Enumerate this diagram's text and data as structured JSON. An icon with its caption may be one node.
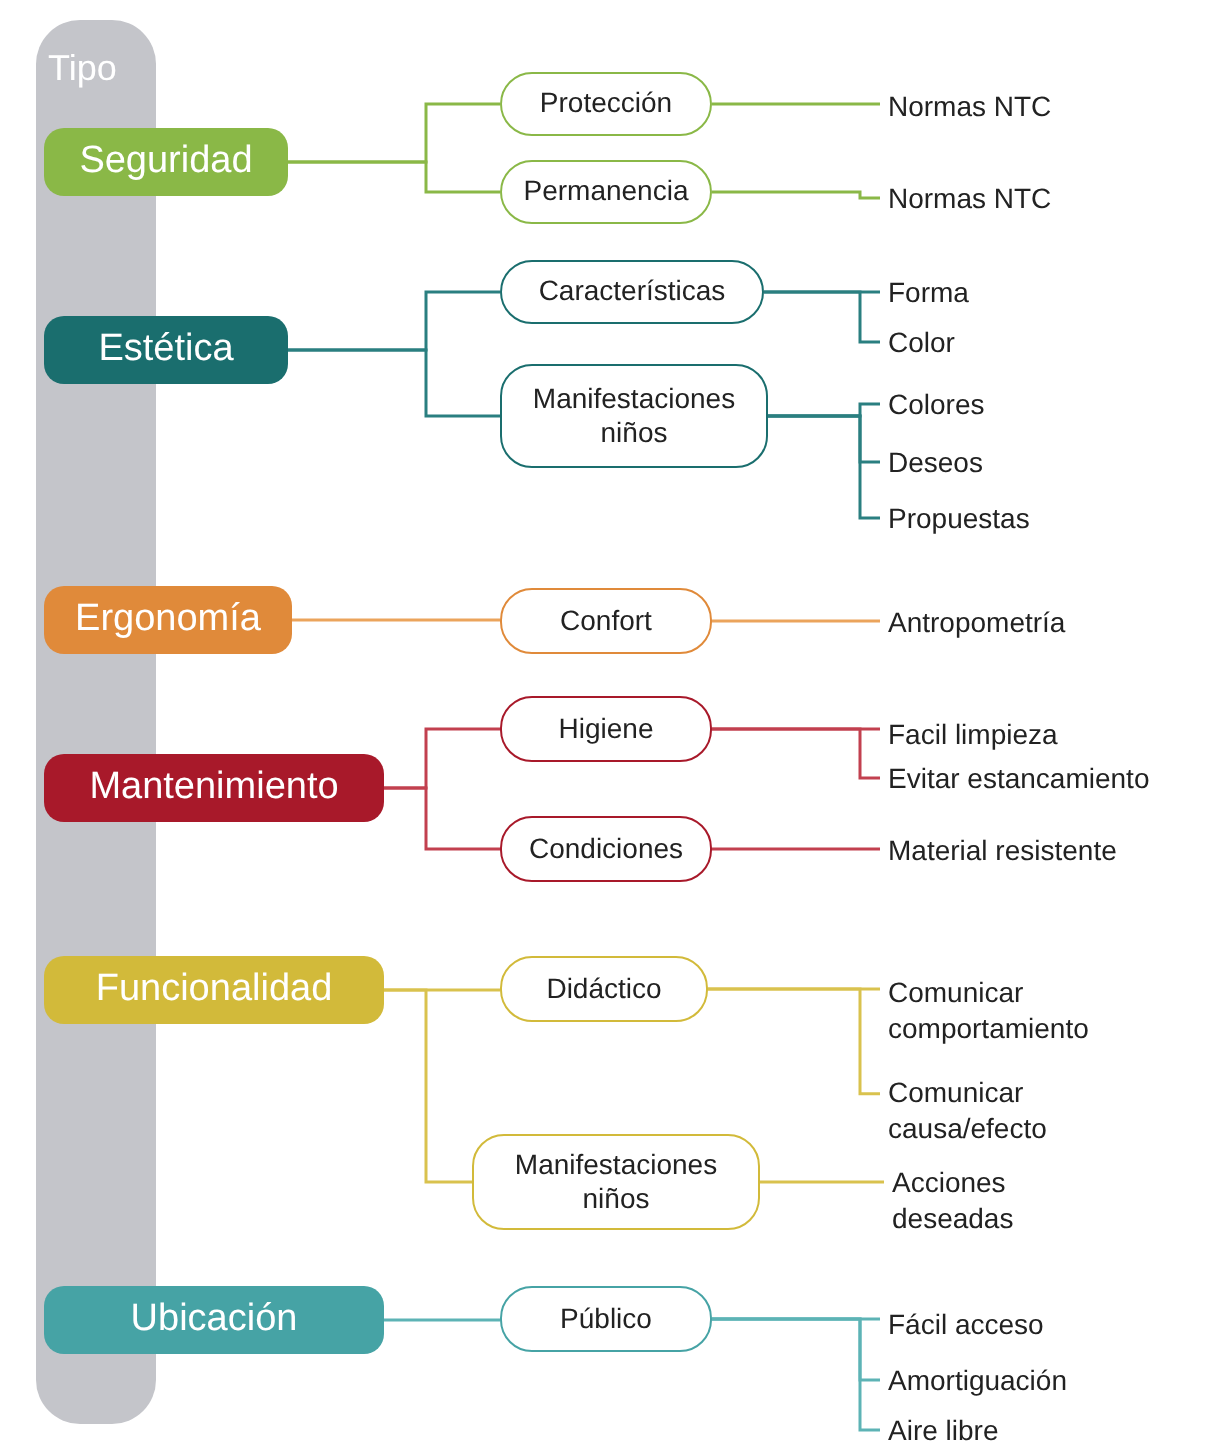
{
  "diagram": {
    "nodes": [
      {
        "text": [
          "Tipo"
        ]
      },
      {
        "text": [
          "Seguridad"
        ]
      },
      {
        "text": [
          "Protección"
        ]
      },
      {
        "text": [
          "Normas NTC"
        ]
      },
      {
        "text": [
          "Permanencia"
        ]
      },
      {
        "text": [
          "Normas NTC"
        ]
      },
      {
        "text": [
          "Estética"
        ]
      },
      {
        "text": [
          "Características"
        ]
      },
      {
        "text": [
          "Forma"
        ]
      },
      {
        "text": [
          "Color"
        ]
      },
      {
        "text": [
          "Manifestaciones niños"
        ]
      },
      {
        "text": [
          "Colores"
        ]
      },
      {
        "text": [
          "Deseos"
        ]
      },
      {
        "text": [
          "Propuestas"
        ]
      },
      {
        "text": [
          "Ergonomía"
        ]
      },
      {
        "text": [
          "Confort"
        ]
      },
      {
        "text": [
          "Antropometría"
        ]
      },
      {
        "text": [
          "Mantenimiento"
        ]
      },
      {
        "text": [
          "Higiene"
        ]
      },
      {
        "text": [
          "Facil limpieza"
        ]
      },
      {
        "text": [
          "Evitar estancamiento"
        ]
      },
      {
        "text": [
          "Condiciones"
        ]
      },
      {
        "text": [
          "Material resistente"
        ]
      },
      {
        "text": [
          "Funcionalidad"
        ]
      },
      {
        "text": [
          "Didáctico"
        ]
      },
      {
        "text": [
          "Comunicar comportamiento"
        ]
      },
      {
        "text": [
          "Comunicar causa/efecto"
        ]
      },
      {
        "text": [
          "Manifestaciones niños"
        ]
      },
      {
        "text": [
          "Acciones deseadas"
        ]
      },
      {
        "text": [
          "Ubicación"
        ]
      },
      {
        "text": [
          "Público"
        ]
      },
      {
        "text": [
          "Fácil acceso"
        ]
      },
      {
        "text": [
          "Amortiguación"
        ]
      },
      {
        "text": [
          "Aire libre"
        ]
      }
    ],
    "edges": [
      {
        "from": 1,
        "to": 2,
        "arrow": "none",
        "color": "#8ab847"
      },
      {
        "from": 1,
        "to": 4,
        "arrow": "none",
        "color": "#8ab847"
      },
      {
        "from": 2,
        "to": 3,
        "arrow": "none",
        "color": "#8ab847"
      },
      {
        "from": 4,
        "to": 5,
        "arrow": "none",
        "color": "#8ab847"
      },
      {
        "from": 6,
        "to": 7,
        "arrow": "none",
        "color": "#2a7f80"
      },
      {
        "from": 6,
        "to": 10,
        "arrow": "none",
        "color": "#2a7f80"
      },
      {
        "from": 7,
        "to": 8,
        "arrow": "none",
        "color": "#2a7f80"
      },
      {
        "from": 7,
        "to": 9,
        "arrow": "none",
        "color": "#2a7f80"
      },
      {
        "from": 10,
        "to": 11,
        "arrow": "none",
        "color": "#2a7f80"
      },
      {
        "from": 10,
        "to": 12,
        "arrow": "none",
        "color": "#2a7f80"
      },
      {
        "from": 10,
        "to": 13,
        "arrow": "none",
        "color": "#2a7f80"
      },
      {
        "from": 14,
        "to": 15,
        "arrow": "none",
        "color": "#eba45c"
      },
      {
        "from": 15,
        "to": 16,
        "arrow": "none",
        "color": "#eba45c"
      },
      {
        "from": 17,
        "to": 18,
        "arrow": "none",
        "color": "#c2404f"
      },
      {
        "from": 17,
        "to": 21,
        "arrow": "none",
        "color": "#c2404f"
      },
      {
        "from": 18,
        "to": 19,
        "arrow": "none",
        "color": "#c2404f"
      },
      {
        "from": 18,
        "to": 20,
        "arrow": "none",
        "color": "#c2404f"
      },
      {
        "from": 21,
        "to": 22,
        "arrow": "none",
        "color": "#c2404f"
      },
      {
        "from": 23,
        "to": 24,
        "arrow": "none",
        "color": "#d9c24e"
      },
      {
        "from": 23,
        "to": 27,
        "arrow": "none",
        "color": "#d9c24e"
      },
      {
        "from": 24,
        "to": 25,
        "arrow": "none",
        "color": "#d9c24e"
      },
      {
        "from": 24,
        "to": 26,
        "arrow": "none",
        "color": "#d9c24e"
      },
      {
        "from": 27,
        "to": 28,
        "arrow": "none",
        "color": "#d9c24e"
      },
      {
        "from": 29,
        "to": 30,
        "arrow": "none",
        "color": "#5db3b5"
      },
      {
        "from": 30,
        "to": 31,
        "arrow": "none",
        "color": "#5db3b5"
      },
      {
        "from": 30,
        "to": 32,
        "arrow": "none",
        "color": "#5db3b5"
      },
      {
        "from": 30,
        "to": 33,
        "arrow": "none",
        "color": "#5db3b5"
      }
    ]
  }
}
